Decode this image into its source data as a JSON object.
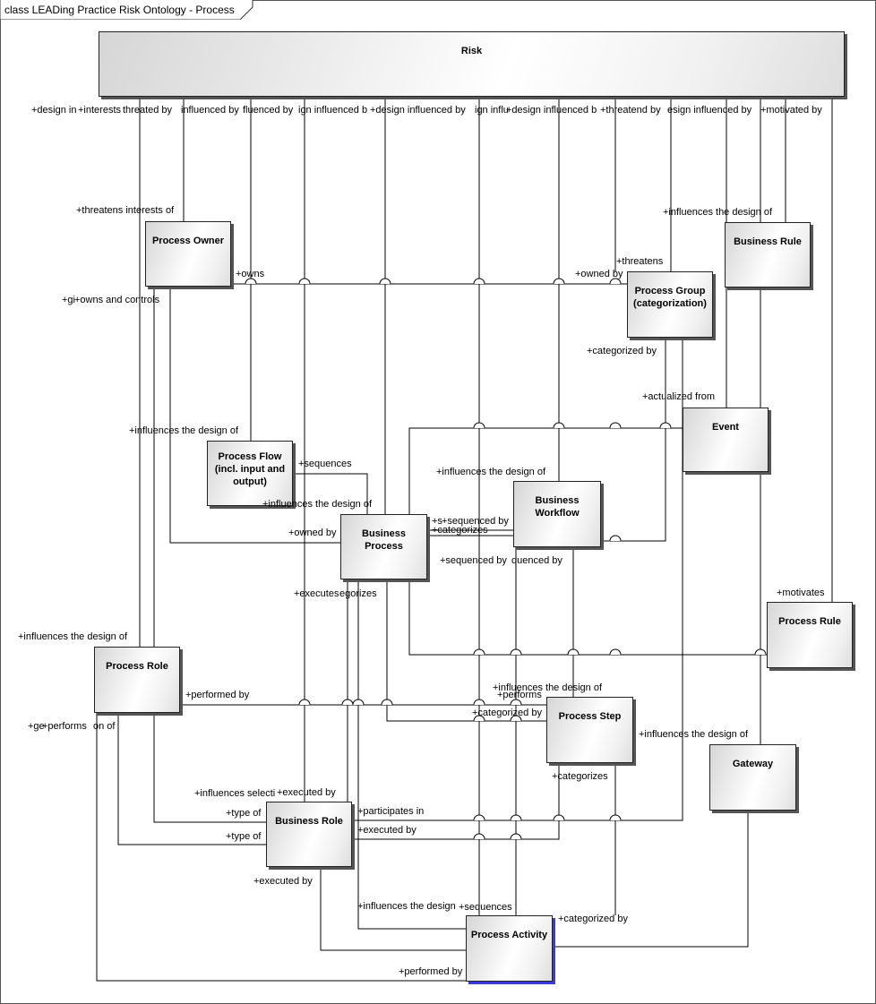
{
  "diagram": {
    "title": "class LEADing Practice Risk Ontology - Process",
    "classes": {
      "risk": "Risk",
      "process_owner": "Process Owner",
      "business_rule": "Business Rule",
      "process_group": "Process Group\n(categorization)",
      "event": "Event",
      "process_flow": "Process Flow\n(incl. input and\noutput)",
      "business_workflow": "Business\nWorkflow",
      "business_process": "Business\nProcess",
      "process_rule": "Process Rule",
      "process_role": "Process Role",
      "process_step": "Process Step",
      "gateway": "Gateway",
      "business_role": "Business Role",
      "process_activity": "Process Activity"
    },
    "labels": [
      "+design in",
      "+interests",
      "threated by",
      "influenced by",
      "fluenced by",
      "ign influenced b",
      "+design influenced by",
      "ign influ",
      "+design influenced b",
      "+threatend by",
      "esign influenced by",
      "+motivated by",
      "+threatens interests of",
      "+influences the design of",
      "+owns",
      "+owned by",
      "+threatens",
      "+gi",
      "+owns and controls",
      "+categorized by",
      "+actualized from",
      "+influences the design of",
      "+sequences",
      "+influences the design of",
      "+influences the design of",
      "+owned by",
      "+s",
      "+sequenced by",
      "+categorizes",
      "+sequenced by",
      "quenced by",
      "+executes",
      "egorizes",
      "+motivates",
      "+influences the design of",
      "+performed by",
      "+influences the design of",
      "+performs",
      "+categorized by",
      "+ge",
      "+performs",
      "on of",
      "+influences the design of",
      "+categorizes",
      "+influences selecti",
      "+executed by",
      "+type of",
      "+participates in",
      "+type of",
      "+executed by",
      "+executed by",
      "+influences the design",
      "+sequences",
      "+categorized by",
      "+performed by"
    ]
  }
}
